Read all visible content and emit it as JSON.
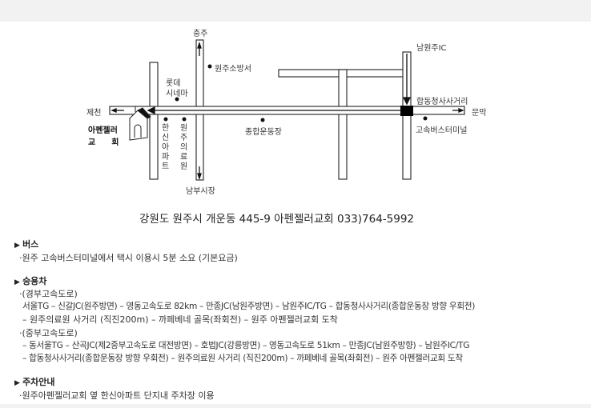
{
  "map": {
    "labels": {
      "chungju": "충주",
      "fire_station": "원주소방서",
      "lotte_cinema_1": "롯데",
      "lotte_cinema_2": "시네마",
      "jecheon": "제천",
      "church_1": "아펜젤러",
      "church_2": "교　　회",
      "hanshin_apt": "한신아파트",
      "medical_center": "원주의료원",
      "nambu_market": "남부시장",
      "stadium": "종합운동장",
      "namwonju_ic": "남원주IC",
      "hapdong": "합동청사사거리",
      "munmak": "문막",
      "bus_terminal": "고속버스터미널"
    },
    "address": "강원도 원주시 개운동 445-9 아펜젤러교회  033)764-5992"
  },
  "sections": [
    {
      "title": "버스",
      "lines": [
        "·원주 고속버스터미널에서 택시 이용시 5분 소요 (기본요금)"
      ]
    },
    {
      "title": "승용차",
      "lines": [
        "·(경부고속도로)",
        "서울TG – 신갈JC(원주방면) – 영동고속도로 82km – 만종JC(남원주방면) – 남원주IC/TG – 합동청사사거리(종합운동장 방향 우회전)",
        "– 원주의료원 사거리 (직진200m) – 까페베네 골목(좌회전) – 원주 아펜젤러교회 도착",
        "·(중부고속도로)",
        "– 동서울TG – 산곡JC(제2중부고속도로 대전방면) – 호법JC(강릉방면) – 영동고속도로 51km – 만종JC(남원주방향) – 남원주IC/TG",
        "– 합동청사사거리(종합운동장 방향 우회전) – 원주의료원 사거리 (직진200m) – 까페베네 골목(좌회전) – 원주 아펜젤러교회 도착"
      ]
    },
    {
      "title": "주차안내",
      "lines": [
        "·원주아펜젤러교회 옆 한신아파트 단지내 주차장 이용"
      ]
    }
  ]
}
